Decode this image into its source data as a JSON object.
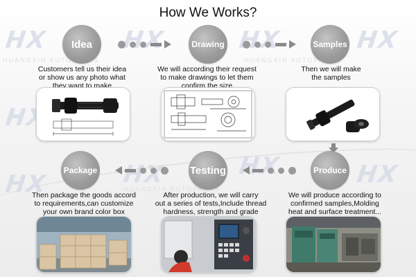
{
  "title": "How We Works?",
  "watermark": {
    "logo": "HX",
    "text": "HUANGXIN AUTOPARTS"
  },
  "steps": {
    "idea": {
      "label": "Idea",
      "caption": [
        "Customers tell us their idea",
        "or show us any photo what",
        "they want to make"
      ]
    },
    "drawing": {
      "label": "Drawing",
      "caption": [
        "We will according their request",
        "to make drawings to let them",
        "confirm the size"
      ]
    },
    "samples": {
      "label": "Samples",
      "caption": [
        "Then we will make",
        "the samples"
      ]
    },
    "produce": {
      "label": "Produce",
      "caption": [
        "We will produce according to",
        "confirmed samples,Molding",
        "heat and surface treatment..."
      ]
    },
    "testing": {
      "label": "Testing",
      "caption": [
        "After production, we will carry",
        "out a series of tests,Include thread",
        "hardness, strength and grade"
      ]
    },
    "package": {
      "label": "Package",
      "caption": [
        "Then package the goods accord",
        "to requirements,can customize",
        "your own brand color box"
      ]
    }
  },
  "colors": {
    "circle": "#9c9c9c",
    "arrow": "#8a8a8a",
    "text": "#111111"
  },
  "icons": [
    "bolt-photo",
    "technical-drawing",
    "sample-bolt-photo",
    "factory-press-photo",
    "cnc-machine-photo",
    "warehouse-boxes-photo"
  ]
}
